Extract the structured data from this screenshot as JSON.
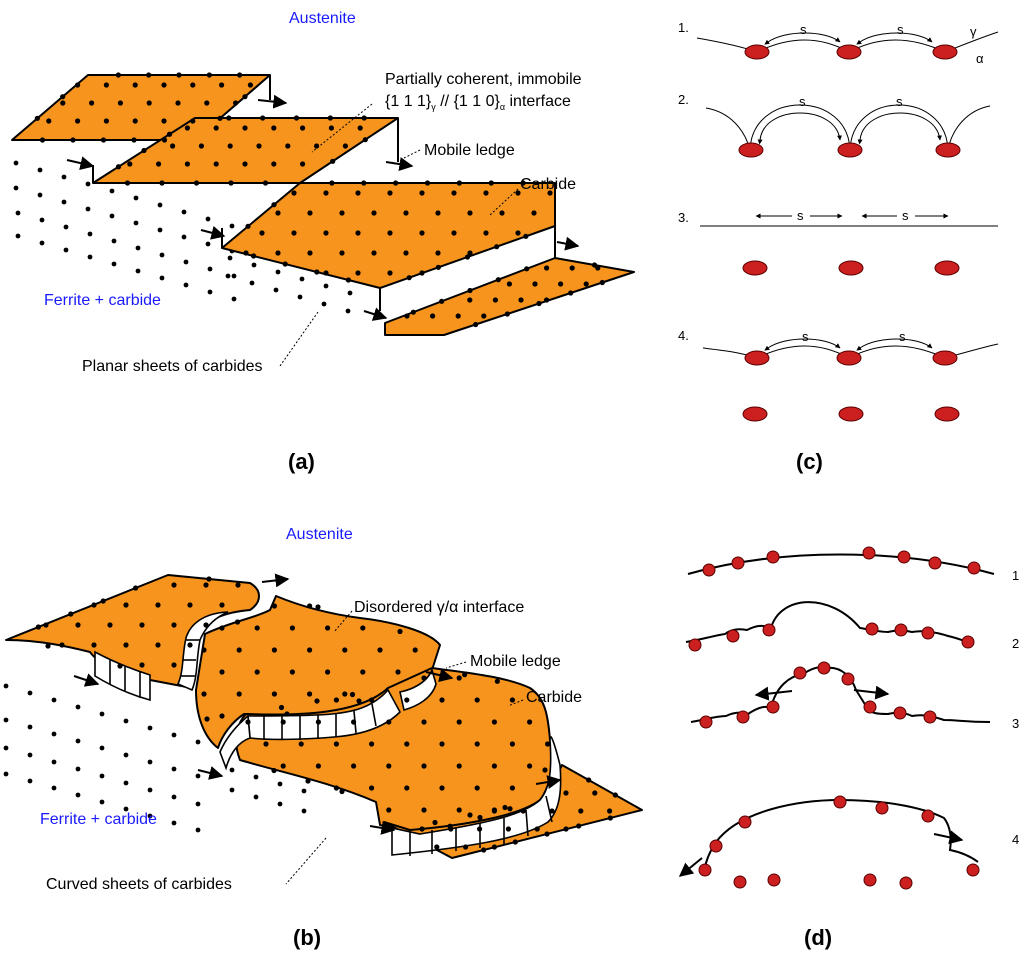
{
  "panel_a": {
    "phase_top": "Austenite",
    "phase_bottom": "Ferrite + carbide",
    "interface_line1": "Partially coherent, immobile",
    "interface_line2_p1": "{1 1 1}",
    "interface_line2_sub1": "γ",
    "interface_line2_p2": " // {1 1 0}",
    "interface_line2_sub2": "α",
    "interface_line2_p3": " interface",
    "mobile_ledge": "Mobile ledge",
    "carbide": "Carbide",
    "sheets": "Planar sheets of carbides",
    "caption": "(a)"
  },
  "panel_b": {
    "phase_top": "Austenite",
    "phase_bottom": "Ferrite + carbide",
    "interface": "Disordered γ/α interface",
    "mobile_ledge": "Mobile ledge",
    "carbide": "Carbide",
    "sheets": "Curved sheets of carbides",
    "caption": "(b)"
  },
  "panel_c": {
    "steps": [
      "1.",
      "2.",
      "3.",
      "4."
    ],
    "spacing": "s",
    "gamma": "γ",
    "alpha": "α",
    "caption": "(c)"
  },
  "panel_d": {
    "steps": [
      "1",
      "2",
      "3",
      "4"
    ],
    "caption": "(d)"
  },
  "colors": {
    "plate": "#f7941d",
    "carbide_particle": "#cc1f1f",
    "phase_label": "#1a1aff"
  },
  "icons": [
    "right-arrow-icon",
    "double-headed-arrow-icon"
  ]
}
